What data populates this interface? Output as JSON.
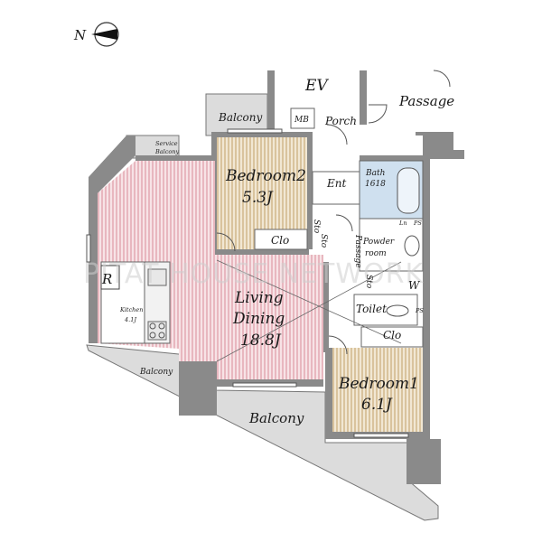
{
  "compass": {
    "north_label": "N"
  },
  "labels": {
    "ev": "EV",
    "passage_outer": "Passage",
    "balcony_top": "Balcony",
    "mb": "MB",
    "porch": "Porch",
    "service_balcony_1": "Service",
    "service_balcony_2": "Balcony",
    "bedroom2_name": "Bedroom2",
    "bedroom2_size": "5.3J",
    "ent": "Ent",
    "bath_name": "Bath",
    "bath_size": "1618",
    "sto_1": "Sto",
    "sto_2": "Sto",
    "clo_b2": "Clo",
    "passage_inner": "Passage",
    "powder_1": "Powder",
    "powder_2": "room",
    "ln": "Ln",
    "ps_1": "PS",
    "ps_2": "PS",
    "fridge": "R",
    "kitchen_name": "Kitchen",
    "kitchen_size": "4.1J",
    "living_1": "Living",
    "living_2": "Dining",
    "living_size": "18.8J",
    "sto_3": "Sto",
    "w": "W",
    "toilet": "Toilet",
    "clo_b1": "Clo",
    "balcony_kitchen": "Balcony",
    "bedroom1_name": "Bedroom1",
    "bedroom1_size": "6.1J",
    "balcony_bottom": "Balcony"
  },
  "watermark": "PITAT HOUSE NETWORK",
  "colors": {
    "living_stripe": "#e8b7bf",
    "bedroom_stripe": "#d9c39d",
    "bath": "#cfe0ef",
    "wall": "#8a8a8a",
    "balcony": "#dcdcdc"
  }
}
